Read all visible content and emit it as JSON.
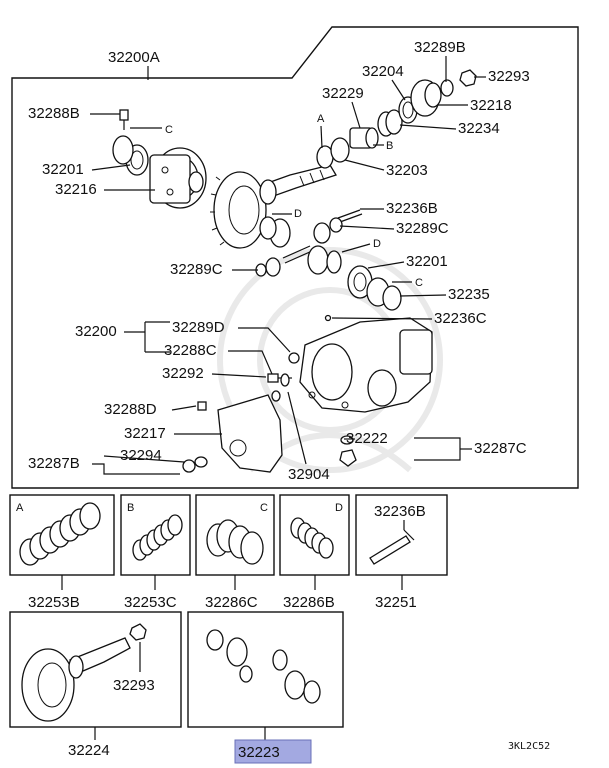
{
  "main": {
    "assembly_label": "32200A",
    "labels": {
      "p32288B": "32288B",
      "p32201_left": "32201",
      "p32216": "32216",
      "p32289B": "32289B",
      "p32204": "32204",
      "p32293_top": "32293",
      "p32229": "32229",
      "p32218": "32218",
      "p32234": "32234",
      "p32203": "32203",
      "p32236B": "32236B",
      "p32289C_right": "32289C",
      "p32289C_left": "32289C",
      "p32201_right": "32201",
      "p32235": "32235",
      "p32200": "32200",
      "p32289D": "32289D",
      "p32288C": "32288C",
      "p32236C": "32236C",
      "p32292": "32292",
      "p32288D": "32288D",
      "p32217": "32217",
      "p32222": "32222",
      "p32287C": "32287C",
      "p32287B": "32287B",
      "p32294": "32294",
      "p32904": "32904"
    },
    "markers": {
      "A": "A",
      "B": "B",
      "C_top": "C",
      "C_right": "C",
      "D_top": "D",
      "D_mid": "D"
    }
  },
  "kits": [
    {
      "letter": "A",
      "code": "32253B"
    },
    {
      "letter": "B",
      "code": "32253C"
    },
    {
      "letter": "C",
      "code": "32286C"
    },
    {
      "letter": "D",
      "code": "32286B"
    },
    {
      "letter": "",
      "code": "32251",
      "inner_label": "32236B"
    }
  ],
  "bottom": {
    "gearset_code": "32224",
    "gearset_nut_label": "32293",
    "diffkit_code": "32223",
    "diagram_code": "3KL2C52"
  },
  "colors": {
    "highlight": "#a3a9e1",
    "line": "#111111",
    "watermark": "#e9e9e9"
  }
}
